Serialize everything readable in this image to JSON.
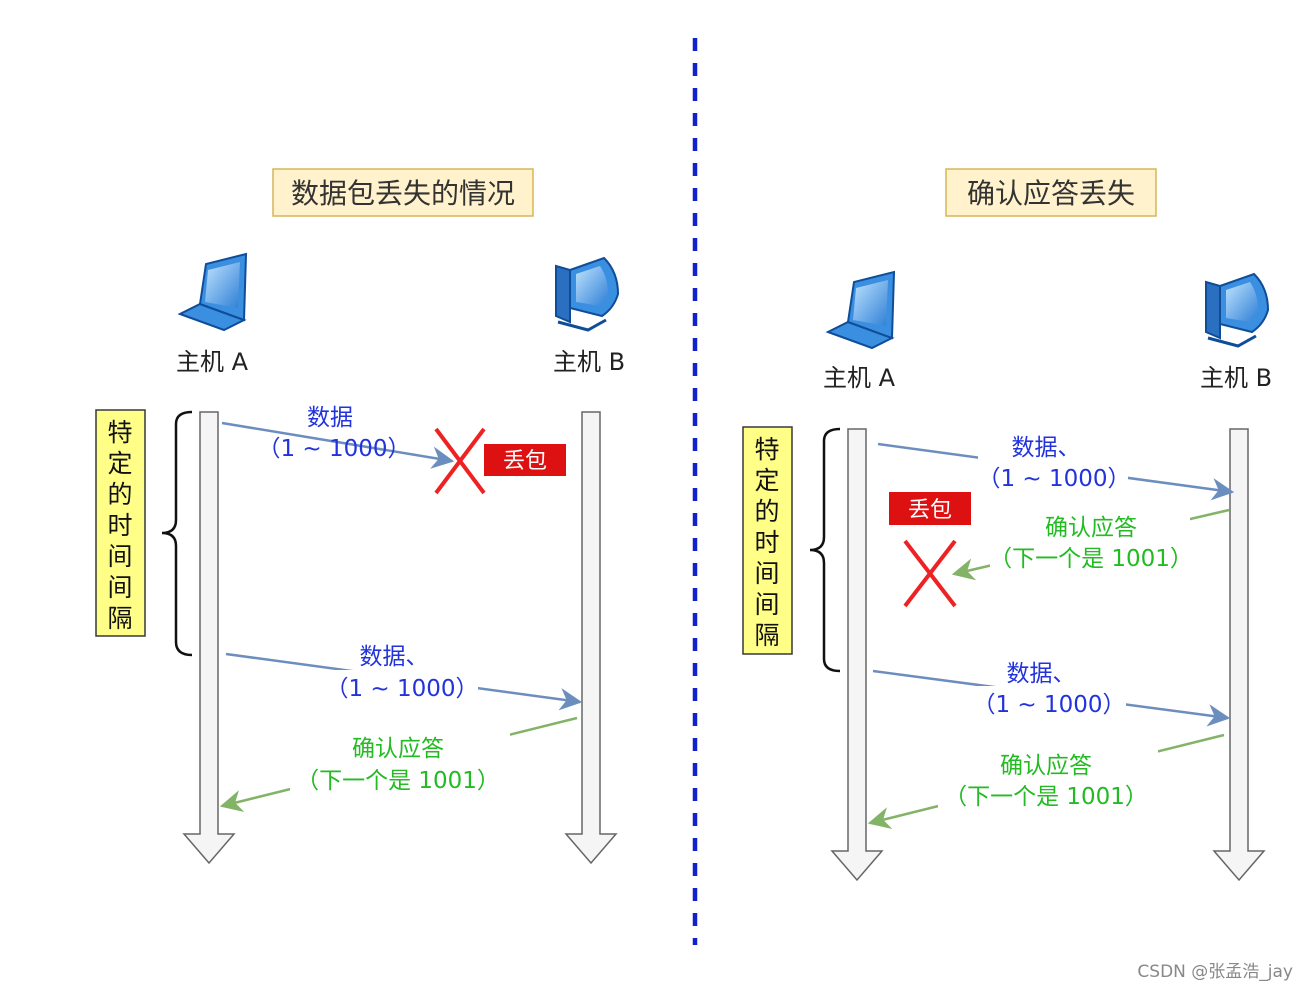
{
  "colors": {
    "title_bg": "#fff2cc",
    "title_border": "#d6b656",
    "interval_bg": "#ffff88",
    "interval_border": "#36393d",
    "timeline_fill": "#f5f5f5",
    "timeline_stroke": "#666666",
    "data_arrow": "#6c8ebf",
    "ack_arrow": "#82b366",
    "data_text": "#2233dd",
    "ack_text": "#22bb22",
    "loss_x": "#ee2222",
    "loss_tag_bg": "#dd1111",
    "divider": "#1122cc"
  },
  "left": {
    "title": "数据包丢失的情况",
    "host_a": {
      "label": "主机 A",
      "icon": "laptop-icon"
    },
    "host_b": {
      "label": "主机 B",
      "icon": "desktop-computer-icon"
    },
    "interval": "特定的时间间隔",
    "msg1": {
      "line1": "数据",
      "line2": "（1 ~ 1000）"
    },
    "loss_tag": "丢包",
    "msg2": {
      "line1": "数据、",
      "line2": "（1 ~ 1000）"
    },
    "ack": {
      "line1": "确认应答",
      "line2": "（下一个是 1001）"
    }
  },
  "right": {
    "title": "确认应答丢失",
    "host_a": {
      "label": "主机 A",
      "icon": "laptop-icon"
    },
    "host_b": {
      "label": "主机 B",
      "icon": "desktop-computer-icon"
    },
    "interval": "特定的时间间隔",
    "msg1": {
      "line1": "数据、",
      "line2": "（1 ~ 1000）"
    },
    "loss_tag": "丢包",
    "ack_lost": {
      "line1": "确认应答",
      "line2": "（下一个是 1001）"
    },
    "msg2": {
      "line1": "数据、",
      "line2": "（1 ~ 1000）"
    },
    "ack": {
      "line1": "确认应答",
      "line2": "（下一个是 1001）"
    }
  },
  "watermark": "CSDN @张孟浩_jay"
}
